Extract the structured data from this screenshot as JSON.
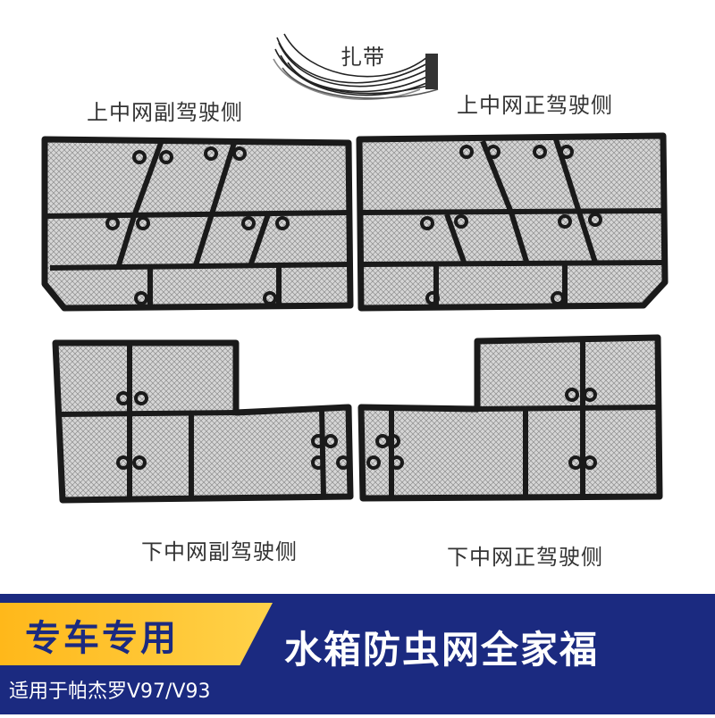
{
  "labels": {
    "zip_ties": "扎带",
    "upper_passenger": "上中网副驾驶侧",
    "upper_driver": "上中网正驾驶侧",
    "lower_passenger": "下中网副驾驶侧",
    "lower_driver": "下中网正驾驶侧"
  },
  "banner": {
    "badge": "专车专用",
    "title": "水箱防虫网全家福",
    "fitment": "适用于帕杰罗V97/V93"
  },
  "colors": {
    "banner_navy": "#1b2a80",
    "badge_yellow": "#ffc21f",
    "frame_black": "#1a1a1a",
    "mesh_gray": "#c9c9c9"
  },
  "icons": [
    "zip-tie-bundle-icon",
    "mesh-panel-icon",
    "mount-clip-icon"
  ]
}
